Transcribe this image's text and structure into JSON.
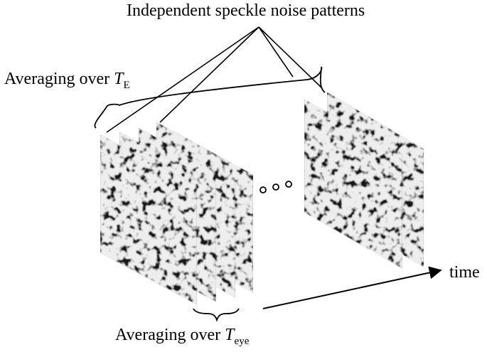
{
  "labels": {
    "title": "Independent speckle noise patterns",
    "averaging_e_prefix": "Averaging over ",
    "averaging_e_var": "T",
    "averaging_e_sub": "E",
    "averaging_eye_prefix": "Averaging over ",
    "averaging_eye_var": "T",
    "averaging_eye_sub": "eye",
    "time": "time"
  },
  "colors": {
    "ink": "#000000",
    "frame_dark": "#1a1a1a",
    "speckle": "#cfcfcf",
    "background": "#ffffff"
  },
  "left_stack_frames": 4,
  "right_stack_frames": 2
}
